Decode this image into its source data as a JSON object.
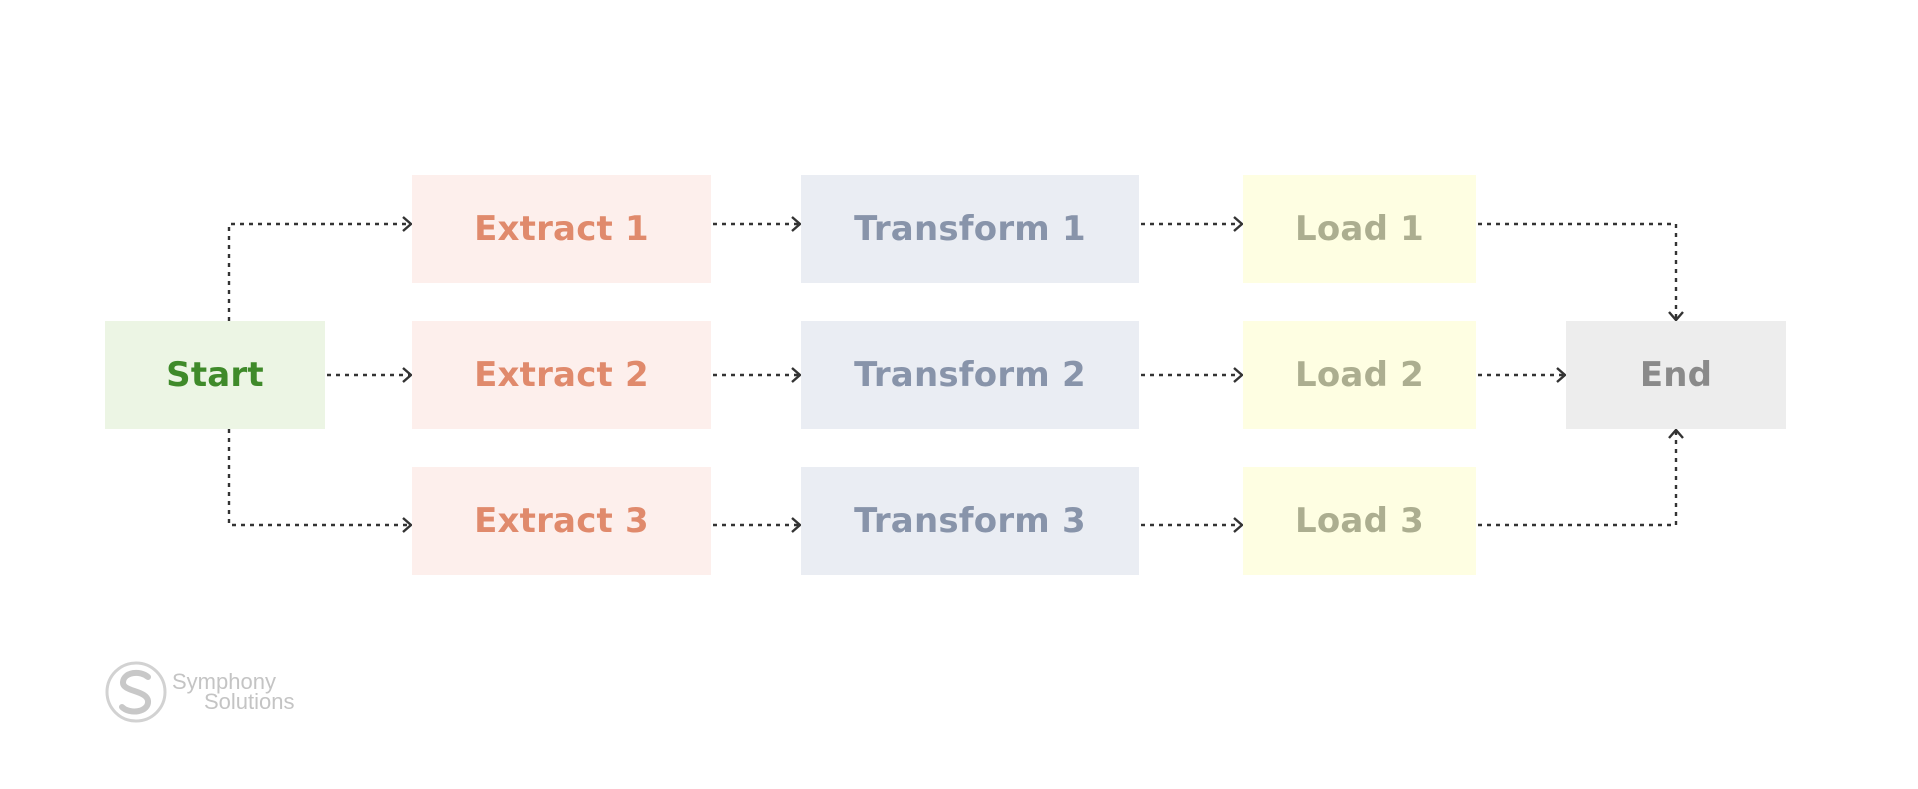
{
  "nodes": {
    "start": "Start",
    "extract": [
      "Extract 1",
      "Extract 2",
      "Extract 3"
    ],
    "transform": [
      "Transform 1",
      "Transform 2",
      "Transform 3"
    ],
    "load": [
      "Load 1",
      "Load 2",
      "Load 3"
    ],
    "end": "End"
  },
  "logo": {
    "line1": "Symphony",
    "line2": "Solutions",
    "icon": "symphony-solutions-logo-icon"
  },
  "colors": {
    "start_fill": "#ecf5e4",
    "start_text": "#3f8a2a",
    "extract_fill": "#fdefec",
    "extract_text": "#e08a6c",
    "transform_fill": "#eaedf3",
    "transform_text": "#8894aa",
    "load_fill": "#fefee2",
    "load_text": "#acae90",
    "end_fill": "#ededed",
    "end_text": "#8a8a8a",
    "connector": "#333333"
  }
}
